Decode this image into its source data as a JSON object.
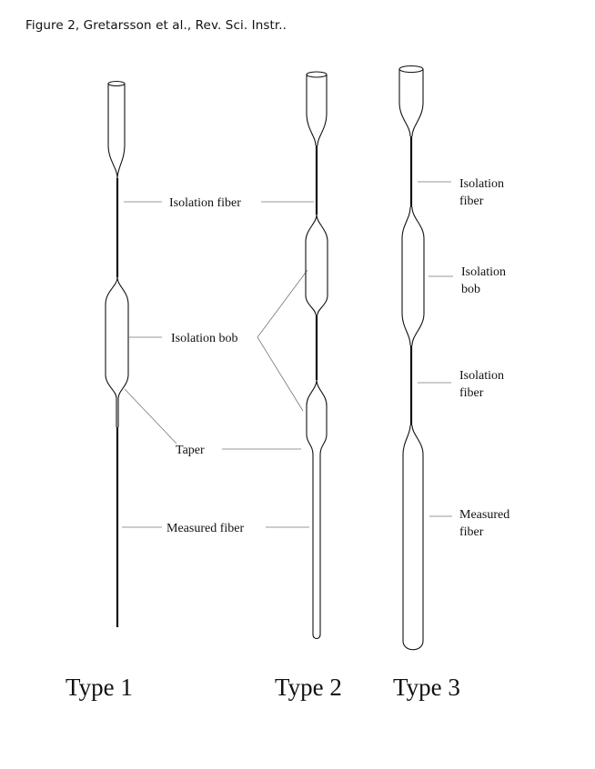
{
  "caption": "Figure 2, Gretarsson et al., Rev. Sci. Instr..",
  "labels": {
    "type1": {
      "isolation_fiber": "Isolation fiber",
      "isolation_bob": "Isolation bob",
      "taper": "Taper",
      "measured_fiber": "Measured fiber"
    },
    "type3": {
      "isolation_fiber_top_1": "Isolation",
      "isolation_fiber_top_2": "fiber",
      "isolation_bob_1": "Isolation",
      "isolation_bob_2": "bob",
      "isolation_fiber_mid_1": "Isolation",
      "isolation_fiber_mid_2": "fiber",
      "measured_fiber_1": "Measured",
      "measured_fiber_2": "fiber"
    }
  },
  "types": [
    "Type 1",
    "Type 2",
    "Type 3"
  ]
}
